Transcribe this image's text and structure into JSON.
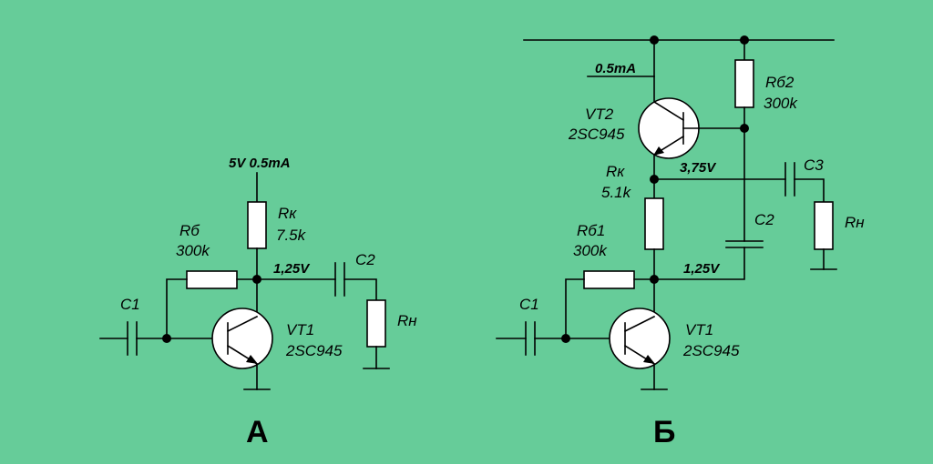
{
  "colors": {
    "background": "#66cc99",
    "wire": "#000000",
    "component_fill": "#ffffff"
  },
  "circuit_a": {
    "caption": "А",
    "supply_label": "5V  0.5mA",
    "node_voltage": "1,25V",
    "rk": {
      "name": "Rк",
      "value": "7.5k"
    },
    "rb": {
      "name": "Rб",
      "value": "300k"
    },
    "c1": {
      "name": "C1"
    },
    "c2": {
      "name": "C2"
    },
    "rn": {
      "name": "Rн"
    },
    "vt1": {
      "name": "VT1",
      "part": "2SC945"
    }
  },
  "circuit_b": {
    "caption": "Б",
    "current_label": "0.5mA",
    "node_voltage_top": "3,75V",
    "node_voltage_bottom": "1,25V",
    "vt2": {
      "name": "VT2",
      "part": "2SC945"
    },
    "rb2": {
      "name": "Rб2",
      "value": "300k"
    },
    "rk": {
      "name": "Rк",
      "value": "5.1k"
    },
    "rb1": {
      "name": "Rб1",
      "value": "300k"
    },
    "c1": {
      "name": "C1"
    },
    "c2": {
      "name": "C2"
    },
    "c3": {
      "name": "C3"
    },
    "rn": {
      "name": "Rн"
    },
    "vt1": {
      "name": "VT1",
      "part": "2SC945"
    }
  }
}
